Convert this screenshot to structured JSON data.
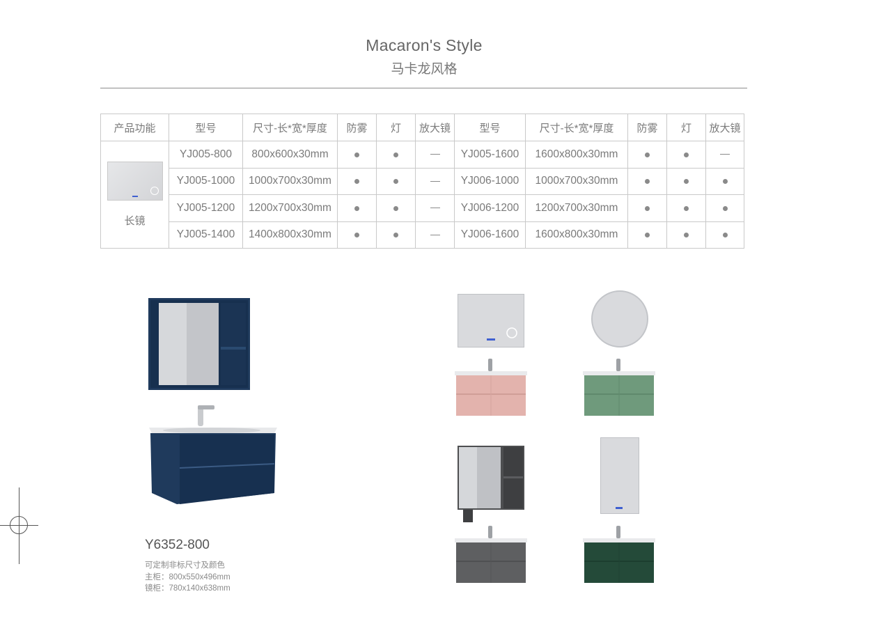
{
  "header": {
    "title": "Macaron's Style",
    "subtitle": "马卡龙风格"
  },
  "table": {
    "headers": [
      "产品功能",
      "型号",
      "尺寸-长*宽*厚度",
      "防雾",
      "灯",
      "放大镜",
      "型号",
      "尺寸-长*宽*厚度",
      "防雾",
      "灯",
      "放大镜"
    ],
    "product_label": "长镜",
    "rows": [
      {
        "model_a": "YJ005-800",
        "size_a": "800x600x30mm",
        "fog_a": "●",
        "light_a": "●",
        "mag_a": "—",
        "model_b": "YJ005-1600",
        "size_b": "1600x800x30mm",
        "fog_b": "●",
        "light_b": "●",
        "mag_b": "—"
      },
      {
        "model_a": "YJ005-1000",
        "size_a": "1000x700x30mm",
        "fog_a": "●",
        "light_a": "●",
        "mag_a": "—",
        "model_b": "YJ006-1000",
        "size_b": "1000x700x30mm",
        "fog_b": "●",
        "light_b": "●",
        "mag_b": "●"
      },
      {
        "model_a": "YJ005-1200",
        "size_a": "1200x700x30mm",
        "fog_a": "●",
        "light_a": "●",
        "mag_a": "—",
        "model_b": "YJ006-1200",
        "size_b": "1200x700x30mm",
        "fog_b": "●",
        "light_b": "●",
        "mag_b": "●"
      },
      {
        "model_a": "YJ005-1400",
        "size_a": "1400x800x30mm",
        "fog_a": "●",
        "light_a": "●",
        "mag_a": "—",
        "model_b": "YJ006-1600",
        "size_b": "1600x800x30mm",
        "fog_b": "●",
        "light_b": "●",
        "mag_b": "●"
      }
    ]
  },
  "product": {
    "model": "Y6352-800",
    "note_custom": "可定制非标尺寸及颜色",
    "note_main": "主柜：800x550x496mm",
    "note_mirror": "镜柜：780x140x638mm"
  },
  "colors": {
    "navy": "#1f3a5c",
    "pink": "#e3b3ad",
    "sage": "#6f9a7c",
    "grey": "#5e5f61",
    "forest": "#244a39",
    "mirror": "#d9dadd",
    "indicator": "#3f5fd0"
  }
}
